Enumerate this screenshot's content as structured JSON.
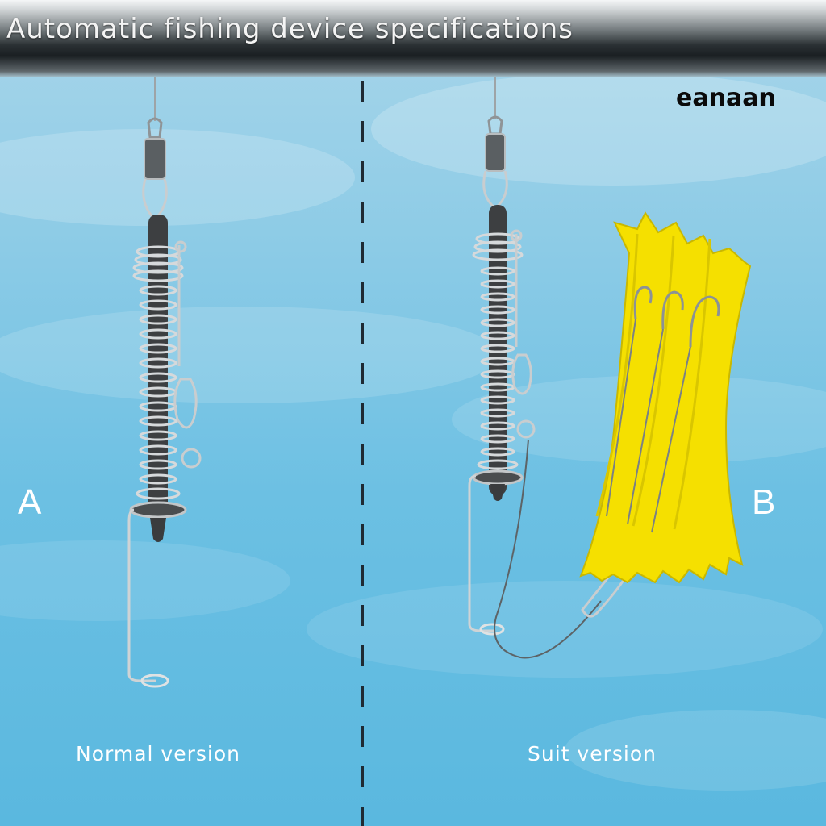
{
  "title": "Automatic fishing device specifications",
  "brand": "eanaan",
  "panels": [
    {
      "letter": "A",
      "caption": "Normal version"
    },
    {
      "letter": "B",
      "caption": "Suit version"
    }
  ],
  "colors": {
    "water": "#6cc0e3",
    "foam_board": "#f5e000",
    "metal": "#a9a9a9"
  }
}
